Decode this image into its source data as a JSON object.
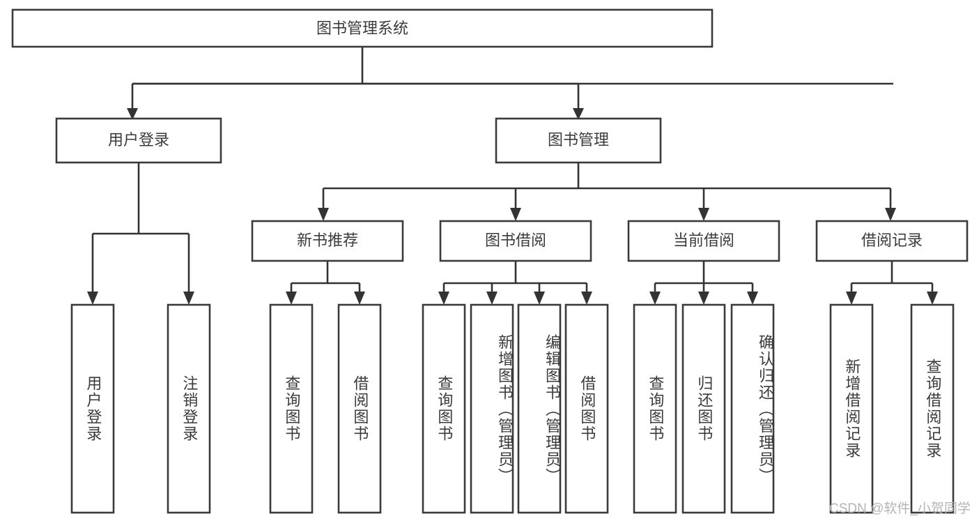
{
  "diagram": {
    "title": "图书管理系统",
    "type": "tree-hierarchy-chart",
    "watermark": "CSDN @软件_小贺同学",
    "colors": {
      "node_stroke": "#3a3a3a",
      "node_fill": "#ffffff",
      "connector": "#333333",
      "text": "#3b3b3b",
      "watermark": "#b4b4b4",
      "background": "#ffffff"
    },
    "root": {
      "id": "root",
      "label": "图书管理系统"
    },
    "level2": [
      {
        "id": "user-login",
        "label": "用户登录"
      },
      {
        "id": "book-manage",
        "label": "图书管理"
      }
    ],
    "level3": [
      {
        "id": "new-book-recommend",
        "label": "新书推荐",
        "parent": "book-manage"
      },
      {
        "id": "book-borrow",
        "label": "图书借阅",
        "parent": "book-manage"
      },
      {
        "id": "current-borrow",
        "label": "当前借阅",
        "parent": "book-manage"
      },
      {
        "id": "borrow-record",
        "label": "借阅记录",
        "parent": "book-manage"
      }
    ],
    "leaves": [
      {
        "id": "leaf-user-login",
        "label": "用户登录",
        "parent": "user-login"
      },
      {
        "id": "leaf-logout-login",
        "label": "注销登录",
        "parent": "user-login"
      },
      {
        "id": "leaf-query-book-1",
        "label": "查询图书",
        "parent": "new-book-recommend"
      },
      {
        "id": "leaf-borrow-book-1",
        "label": "借阅图书",
        "parent": "new-book-recommend"
      },
      {
        "id": "leaf-query-book-2",
        "label": "查询图书",
        "parent": "book-borrow"
      },
      {
        "id": "leaf-add-book",
        "label": "新增图书（管理员）",
        "parent": "book-borrow"
      },
      {
        "id": "leaf-edit-book",
        "label": "编辑图书（管理员）",
        "parent": "book-borrow"
      },
      {
        "id": "leaf-borrow-book-2",
        "label": "借阅图书",
        "parent": "book-borrow"
      },
      {
        "id": "leaf-query-book-3",
        "label": "查询图书",
        "parent": "current-borrow"
      },
      {
        "id": "leaf-return-book",
        "label": "归还图书",
        "parent": "current-borrow"
      },
      {
        "id": "leaf-confirm-return",
        "label": "确认归还（管理员）",
        "parent": "current-borrow"
      },
      {
        "id": "leaf-add-record",
        "label": "新增借阅记录",
        "parent": "borrow-record"
      },
      {
        "id": "leaf-query-record",
        "label": "查询借阅记录",
        "parent": "borrow-record"
      }
    ]
  }
}
